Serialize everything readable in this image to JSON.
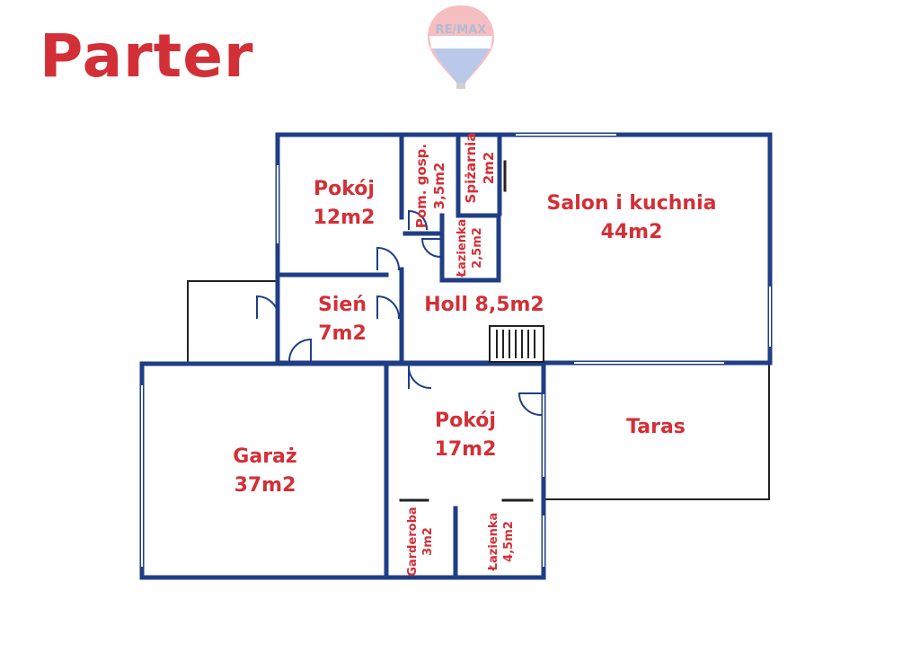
{
  "title": "Parter",
  "logo": {
    "text": "RE/MAX",
    "icon": "balloon-icon"
  },
  "colors": {
    "wall": "#1f3e85",
    "text": "#d32f37",
    "outline": "#222222"
  },
  "rooms": {
    "pokoj_top": {
      "name": "Pokój",
      "area": "12m2"
    },
    "pom_gosp": {
      "name": "Pom. gosp.",
      "area": "3,5m2"
    },
    "spizarnia": {
      "name": "Spiżarnia",
      "area": "2m2"
    },
    "salon": {
      "name": "Salon i kuchnia",
      "area": "44m2"
    },
    "lazienka_top": {
      "name": "Łazienka",
      "area": "2,5m2"
    },
    "sien": {
      "name": "Sień",
      "area": "7m2"
    },
    "holl": {
      "name": "Holl 8,5m2"
    },
    "garaz": {
      "name": "Garaż",
      "area": "37m2"
    },
    "pokoj_bottom": {
      "name": "Pokój",
      "area": "17m2"
    },
    "taras": {
      "name": "Taras"
    },
    "garderoba": {
      "name": "Garderoba",
      "area": "3m2"
    },
    "lazienka_bottom": {
      "name": "Łazienka",
      "area": "4,5m2"
    }
  }
}
